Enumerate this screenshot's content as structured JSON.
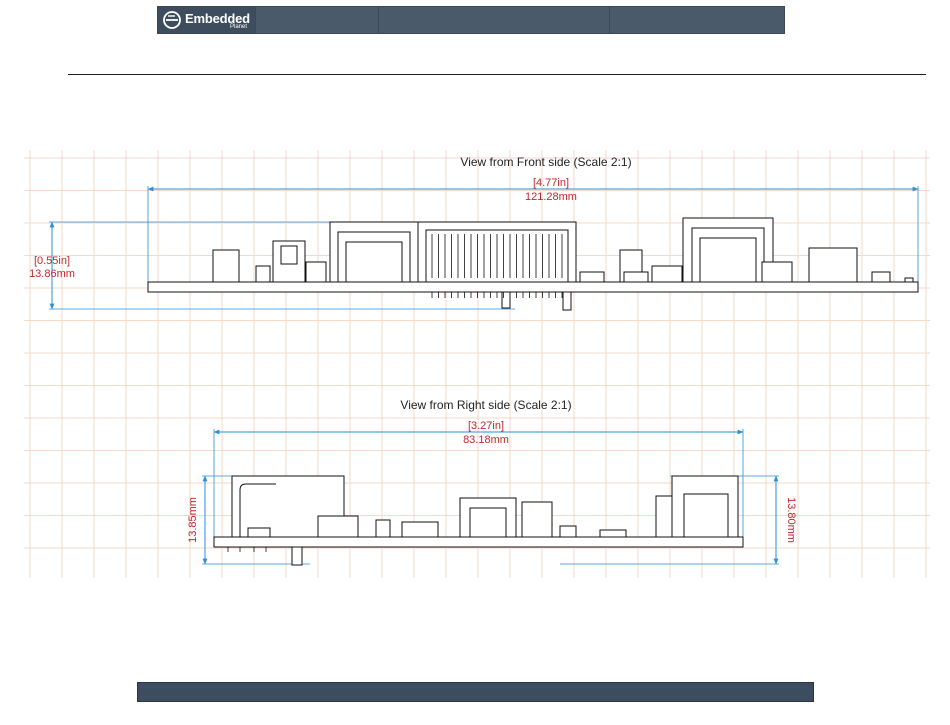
{
  "header": {
    "logo_text": "Embedded",
    "logo_subtext": "Planet",
    "brand_color": "#4b5a6b"
  },
  "front_view": {
    "title": "View from Front side (Scale 2:1)",
    "width_in": "[4.77in]",
    "width_mm": "121.28mm",
    "height_in": "[0.55in]",
    "height_mm": "13.86mm"
  },
  "right_view": {
    "title": "View from Right side (Scale 2:1)",
    "width_in": "[3.27in]",
    "width_mm": "83.18mm",
    "left_height_mm": "13.85mm",
    "right_height_mm": "13.80mm"
  },
  "colors": {
    "grid": "#f6d9c8",
    "dimension_line": "#2f8fd0",
    "dimension_text": "#c0282d",
    "outline": "#111111"
  }
}
